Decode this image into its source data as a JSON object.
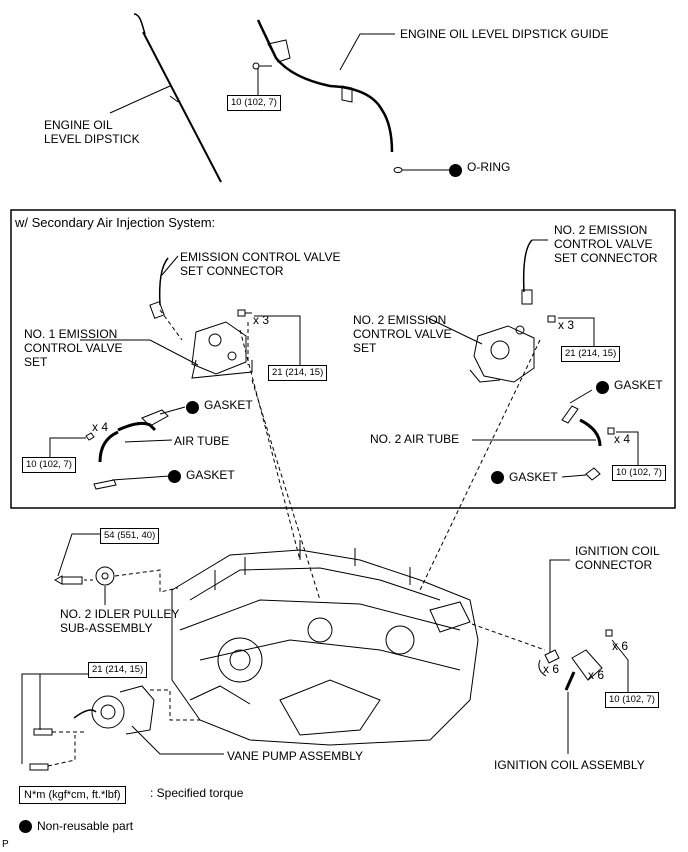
{
  "labels": {
    "dipstick": "ENGINE OIL\nLEVEL DIPSTICK",
    "dipstick_guide": "ENGINE OIL LEVEL DIPSTICK GUIDE",
    "oring": "O-RING",
    "section_title": "w/ Secondary Air Injection System:",
    "ecv_connector": "EMISSION CONTROL VALVE\nSET CONNECTOR",
    "no1_ecv": "NO. 1 EMISSION\nCONTROL VALVE\nSET",
    "no2_ecv": "NO. 2 EMISSION\nCONTROL VALVE\nSET",
    "no2_ecv_connector": "NO. 2 EMISSION\nCONTROL VALVE\nSET CONNECTOR",
    "gasket_left_top": "GASKET",
    "air_tube": "AIR TUBE",
    "gasket_left_bottom": "GASKET",
    "gasket_right_top": "GASKET",
    "no2_air_tube": "NO. 2 AIR TUBE",
    "gasket_right_bottom": "GASKET",
    "idler_pulley": "NO. 2 IDLER PULLEY\nSUB-ASSEMBLY",
    "vane_pump": "VANE PUMP ASSEMBLY",
    "ign_coil_connector": "IGNITION COIL\nCONNECTOR",
    "ign_coil_assembly": "IGNITION COIL ASSEMBLY",
    "specified_torque": ": Specified torque",
    "non_reusable": "Non-reusable part",
    "corner": "P"
  },
  "qty": {
    "x3_left": "x 3",
    "x3_right": "x 3",
    "x4_left": "x 4",
    "x4_right": "x 4",
    "x6_a": "x 6",
    "x6_b": "x 6",
    "x6_c": "x 6"
  },
  "torques": {
    "guide": "10 (102, 7)",
    "ecv1": "21 (214, 15)",
    "ecv2": "21 (214, 15)",
    "airtube_left": "10 (102, 7)",
    "airtube_right": "10 (102, 7)",
    "idler": "54 (551, 40)",
    "vane": "21 (214, 15)",
    "ignition": "10 (102, 7)",
    "legend": "N*m (kgf*cm, ft.*lbf)"
  }
}
